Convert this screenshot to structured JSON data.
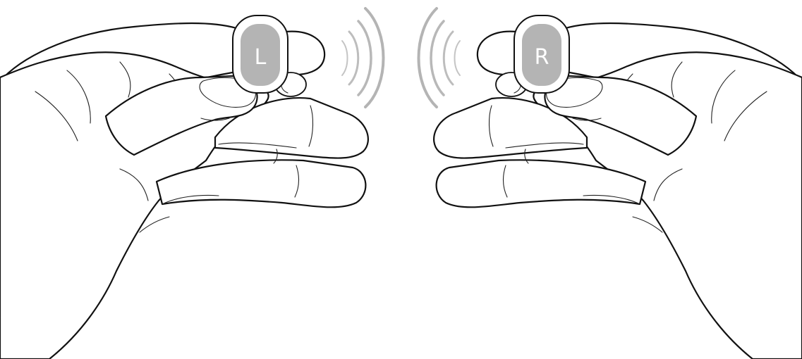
{
  "earbuds": {
    "left": {
      "label": "L"
    },
    "right": {
      "label": "R"
    }
  },
  "colors": {
    "earbud_shell": "#ffffff",
    "earbud_face": "#b4b4b4",
    "wave_color": "#b8b8b8",
    "line_color": "#111111"
  },
  "sound_waves": {
    "left_arcs": 4,
    "right_arcs": 4
  }
}
